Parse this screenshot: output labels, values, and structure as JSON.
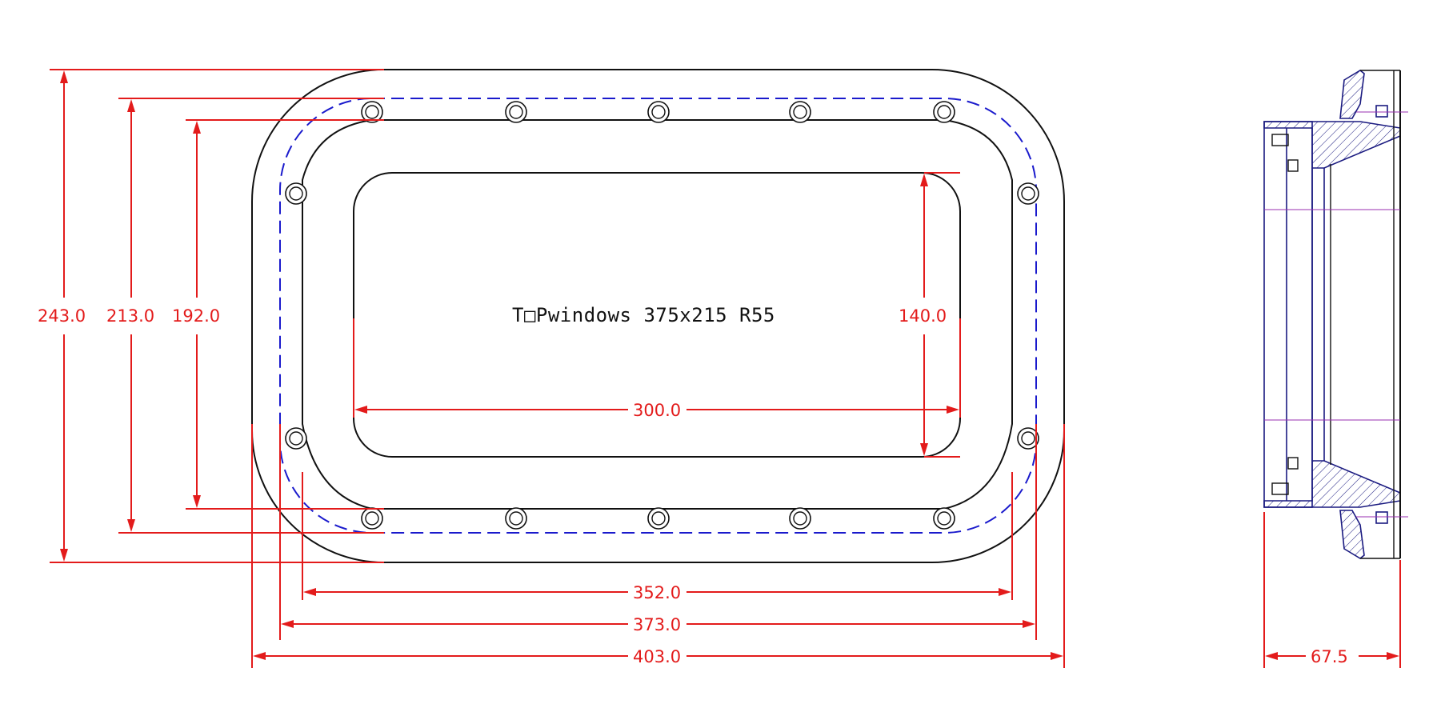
{
  "title": "T□Pwindows 375x215 R55",
  "colors": {
    "dimension": "#e31b1b",
    "outline": "#111111",
    "dashed_seal": "#1a1acc",
    "section": "#1a1a80"
  },
  "dimensions": {
    "height_outer": "243.0",
    "height_mid": "213.0",
    "height_inner": "192.0",
    "opening_height": "140.0",
    "opening_width": "300.0",
    "width_hole_span": "352.0",
    "width_seal": "373.0",
    "width_outer": "403.0",
    "depth": "67.5"
  }
}
